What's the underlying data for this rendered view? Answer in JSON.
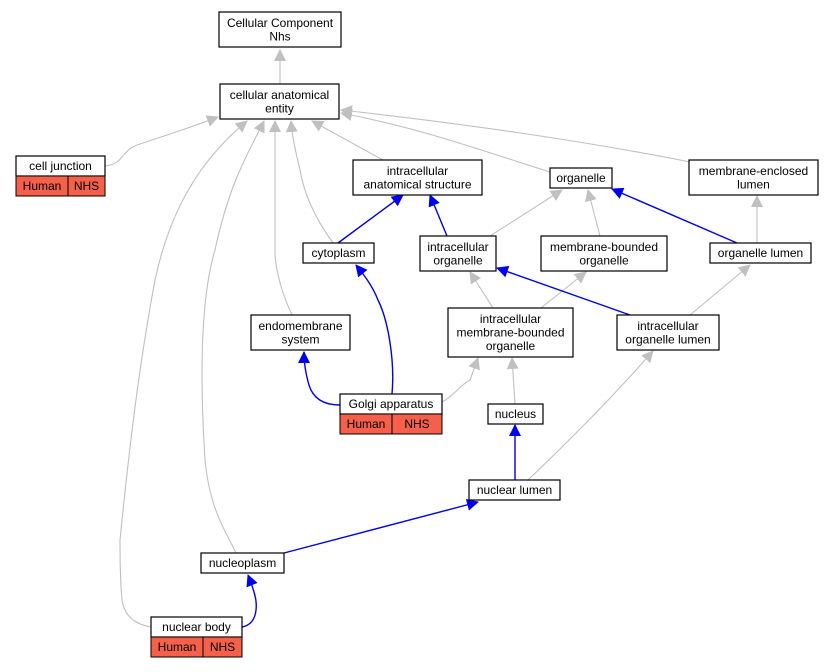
{
  "colors": {
    "edge_default": "#c0c0c0",
    "edge_highlight": "#0000ee",
    "tag_fill": "#f5604a"
  },
  "nodes": {
    "root": {
      "lines": [
        "Cellular Component",
        "Nhs"
      ]
    },
    "cae": {
      "lines": [
        "cellular anatomical",
        "entity"
      ]
    },
    "cell_junction": {
      "lines": [
        "cell junction"
      ],
      "tags": [
        "Human",
        "NHS"
      ]
    },
    "ias": {
      "lines": [
        "intracellular",
        "anatomical structure"
      ]
    },
    "organelle": {
      "lines": [
        "organelle"
      ]
    },
    "mel": {
      "lines": [
        "membrane-enclosed",
        "lumen"
      ]
    },
    "cytoplasm": {
      "lines": [
        "cytoplasm"
      ]
    },
    "io": {
      "lines": [
        "intracellular",
        "organelle"
      ]
    },
    "mbo": {
      "lines": [
        "membrane-bounded",
        "organelle"
      ]
    },
    "ol": {
      "lines": [
        "organelle lumen"
      ]
    },
    "endo": {
      "lines": [
        "endomembrane",
        "system"
      ]
    },
    "imbo": {
      "lines": [
        "intracellular",
        "membrane-bounded",
        "organelle"
      ]
    },
    "iol": {
      "lines": [
        "intracellular",
        "organelle lumen"
      ]
    },
    "golgi": {
      "lines": [
        "Golgi apparatus"
      ],
      "tags": [
        "Human",
        "NHS"
      ]
    },
    "nucleus": {
      "lines": [
        "nucleus"
      ]
    },
    "nlumen": {
      "lines": [
        "nuclear lumen"
      ]
    },
    "nplasm": {
      "lines": [
        "nucleoplasm"
      ]
    },
    "nbody": {
      "lines": [
        "nuclear body"
      ],
      "tags": [
        "Human",
        "NHS"
      ]
    }
  },
  "edges": [
    {
      "from": "cae",
      "to": "root",
      "style": "default"
    },
    {
      "from": "cell_junction",
      "to": "cae",
      "style": "default"
    },
    {
      "from": "ias",
      "to": "cae",
      "style": "default"
    },
    {
      "from": "organelle",
      "to": "cae",
      "style": "default"
    },
    {
      "from": "mel",
      "to": "cae",
      "style": "default"
    },
    {
      "from": "cytoplasm",
      "to": "cae",
      "style": "default"
    },
    {
      "from": "endo",
      "to": "cae",
      "style": "default"
    },
    {
      "from": "nplasm",
      "to": "cae",
      "style": "default"
    },
    {
      "from": "nbody",
      "to": "cae",
      "style": "default"
    },
    {
      "from": "cytoplasm",
      "to": "ias",
      "style": "highlight"
    },
    {
      "from": "io",
      "to": "ias",
      "style": "highlight"
    },
    {
      "from": "io",
      "to": "organelle",
      "style": "default"
    },
    {
      "from": "mbo",
      "to": "organelle",
      "style": "default"
    },
    {
      "from": "ol",
      "to": "organelle",
      "style": "highlight"
    },
    {
      "from": "ol",
      "to": "mel",
      "style": "default"
    },
    {
      "from": "imbo",
      "to": "io",
      "style": "default"
    },
    {
      "from": "imbo",
      "to": "mbo",
      "style": "default"
    },
    {
      "from": "iol",
      "to": "io",
      "style": "highlight"
    },
    {
      "from": "iol",
      "to": "ol",
      "style": "default"
    },
    {
      "from": "golgi",
      "to": "cytoplasm",
      "style": "highlight"
    },
    {
      "from": "golgi",
      "to": "endo",
      "style": "highlight"
    },
    {
      "from": "golgi",
      "to": "imbo",
      "style": "default"
    },
    {
      "from": "nucleus",
      "to": "imbo",
      "style": "default"
    },
    {
      "from": "nlumen",
      "to": "nucleus",
      "style": "highlight"
    },
    {
      "from": "nlumen",
      "to": "iol",
      "style": "default"
    },
    {
      "from": "nplasm",
      "to": "nlumen",
      "style": "highlight"
    },
    {
      "from": "nbody",
      "to": "nplasm",
      "style": "highlight"
    }
  ]
}
